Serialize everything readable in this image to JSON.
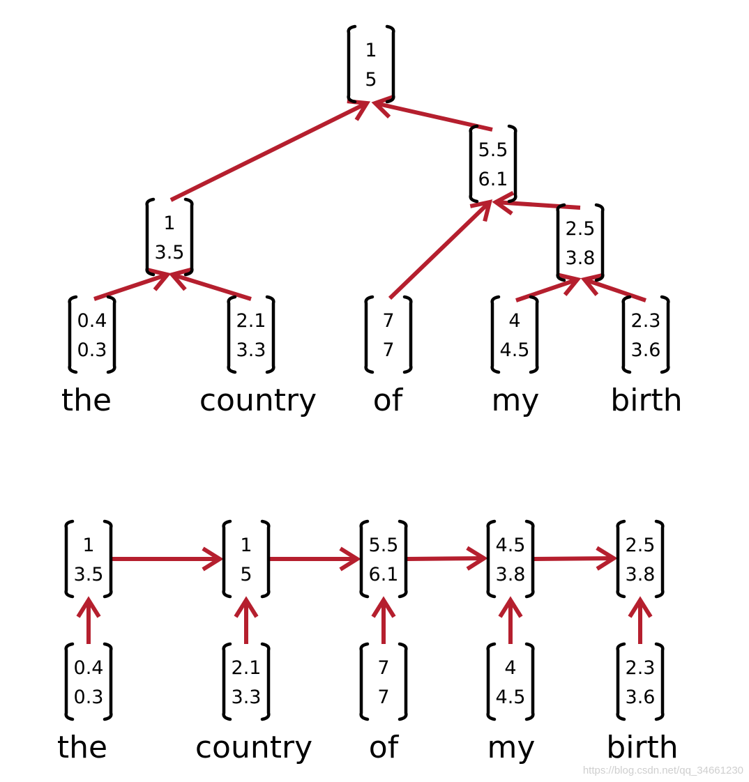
{
  "tree": {
    "words": [
      "the",
      "country",
      "of",
      "my",
      "birth"
    ],
    "leaves": [
      {
        "id": "the",
        "values": [
          "0.4",
          "0.3"
        ]
      },
      {
        "id": "country",
        "values": [
          "2.1",
          "3.3"
        ]
      },
      {
        "id": "of",
        "values": [
          "7",
          "7"
        ]
      },
      {
        "id": "my",
        "values": [
          "4",
          "4.5"
        ]
      },
      {
        "id": "birth",
        "values": [
          "2.3",
          "3.6"
        ]
      }
    ],
    "internal": [
      {
        "id": "the-country",
        "values": [
          "1",
          "3.5"
        ]
      },
      {
        "id": "my-birth",
        "values": [
          "2.5",
          "3.8"
        ]
      },
      {
        "id": "of-my-birth",
        "values": [
          "5.5",
          "6.1"
        ]
      },
      {
        "id": "root",
        "values": [
          "1",
          "5"
        ]
      }
    ],
    "edges": [
      {
        "from": "the",
        "to": "the-country"
      },
      {
        "from": "country",
        "to": "the-country"
      },
      {
        "from": "my",
        "to": "my-birth"
      },
      {
        "from": "birth",
        "to": "my-birth"
      },
      {
        "from": "of",
        "to": "of-my-birth"
      },
      {
        "from": "my-birth",
        "to": "of-my-birth"
      },
      {
        "from": "the-country",
        "to": "root"
      },
      {
        "from": "of-my-birth",
        "to": "root"
      }
    ]
  },
  "chain": {
    "words": [
      "the",
      "country",
      "of",
      "my",
      "birth"
    ],
    "inputs": [
      {
        "values": [
          "0.4",
          "0.3"
        ]
      },
      {
        "values": [
          "2.1",
          "3.3"
        ]
      },
      {
        "values": [
          "7",
          "7"
        ]
      },
      {
        "values": [
          "4",
          "4.5"
        ]
      },
      {
        "values": [
          "2.3",
          "3.6"
        ]
      }
    ],
    "states": [
      {
        "values": [
          "1",
          "3.5"
        ]
      },
      {
        "values": [
          "1",
          "5"
        ]
      },
      {
        "values": [
          "5.5",
          "6.1"
        ]
      },
      {
        "values": [
          "4.5",
          "3.8"
        ]
      },
      {
        "values": [
          "2.5",
          "3.8"
        ]
      }
    ]
  },
  "watermark": "https://blog.csdn.net/qq_34661230",
  "colors": {
    "arrow": "#b51f2e",
    "bracket": "#000000",
    "text": "#000000"
  }
}
